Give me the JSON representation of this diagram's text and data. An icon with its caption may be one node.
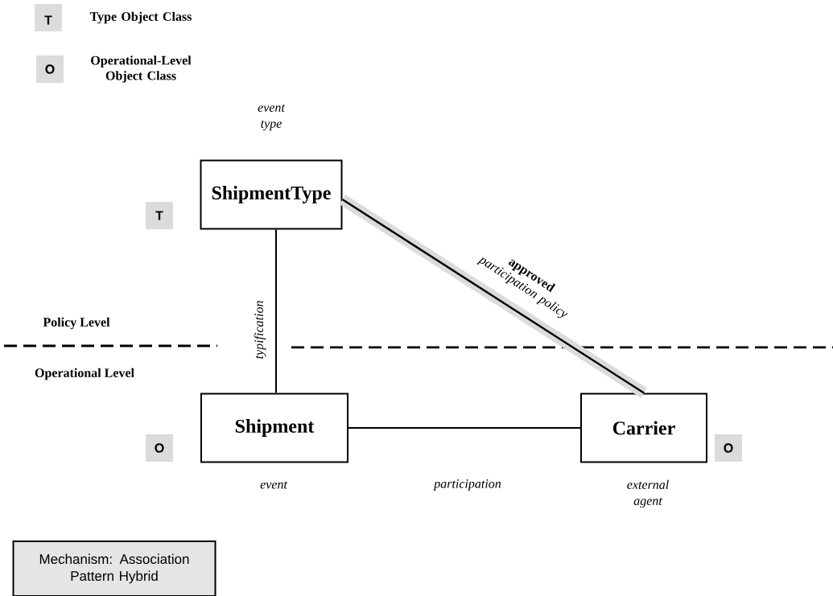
{
  "diagram": {
    "nodes": [
      {
        "text": [
          "ShipmentType"
        ],
        "beside": [
          "event type"
        ]
      },
      {
        "text": [
          "Shipment"
        ],
        "beside": [
          "event"
        ]
      },
      {
        "text": [
          "Carrier"
        ],
        "beside": [
          "external agent"
        ]
      },
      {
        "text": [
          "Mechanism: Association Pattern Hybrid"
        ]
      }
    ],
    "edges": [
      {
        "from": 0,
        "to": 1,
        "arrow": "none",
        "label": "typification"
      },
      {
        "from": 1,
        "to": 2,
        "arrow": "none",
        "label": "participation"
      },
      {
        "from": 0,
        "to": 2,
        "arrow": "none",
        "label": "**approved** *participation policy*",
        "style": "thick",
        "color": "#dbdbdb"
      }
    ],
    "labels": [
      "T",
      "O",
      "T",
      "Policy Level",
      "Operational Level",
      "O",
      "O"
    ],
    "legend": [
      {
        "text": "Type Object Class",
        "color": "#dcdcdc"
      },
      {
        "text": "Operational-Level Object Class",
        "color": "#dcdcdc"
      }
    ]
  }
}
